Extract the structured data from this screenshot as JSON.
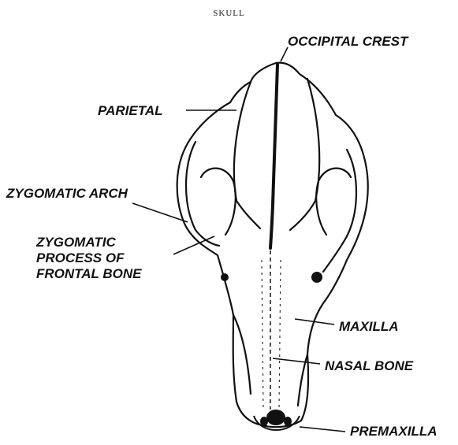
{
  "diagram": {
    "title": "SKULL",
    "labels": {
      "occipital_crest": "OCCIPITAL CREST",
      "parietal": "PARIETAL",
      "zygomatic_arch": "ZYGOMATIC ARCH",
      "zygomatic_process": "ZYGOMATIC\nPROCESS OF\nFRONTAL BONE",
      "maxilla": "MAXILLA",
      "nasal_bone": "NASAL BONE",
      "premaxilla": "PREMAXILLA"
    }
  }
}
